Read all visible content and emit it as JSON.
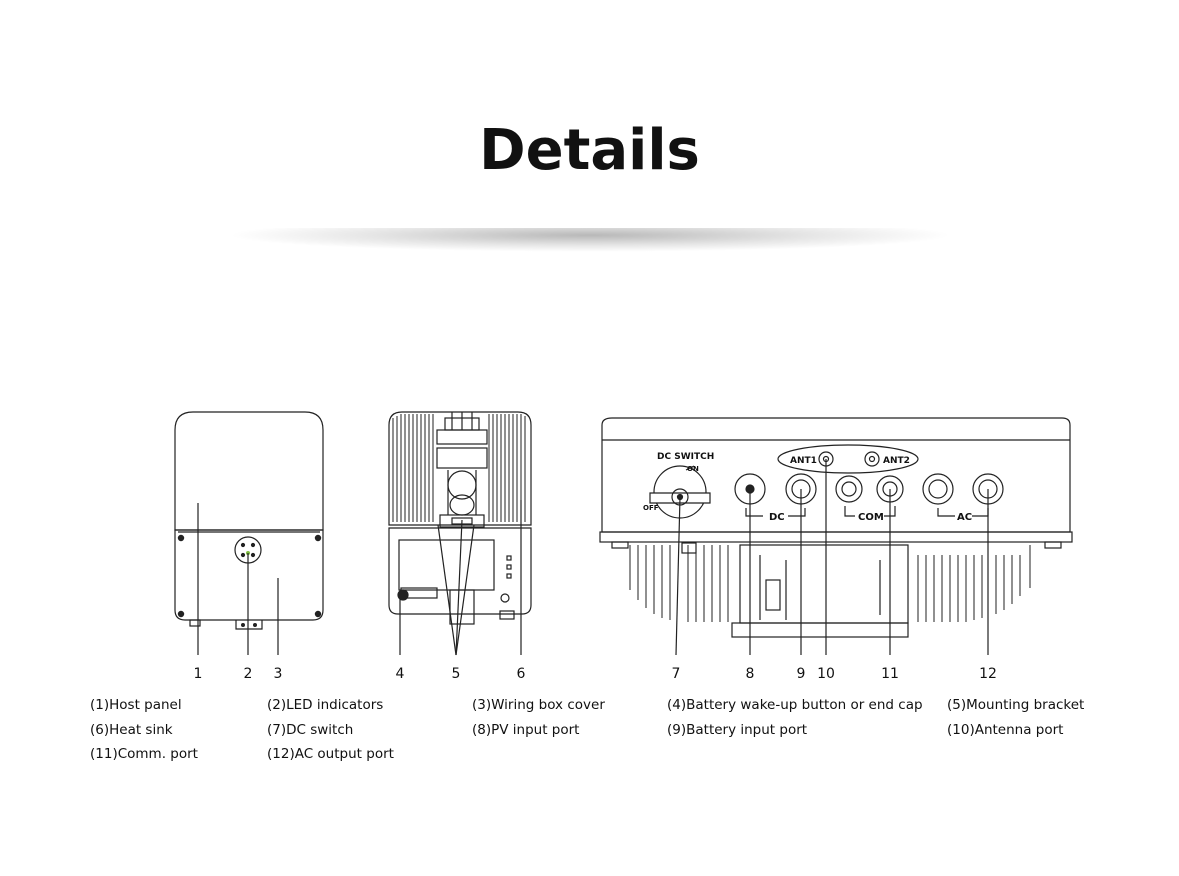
{
  "title": "Details",
  "device_labels": {
    "dc_switch": "DC SWITCH",
    "on": "ON",
    "off": "OFF",
    "ant1": "ANT1",
    "ant2": "ANT2",
    "dc": "DC",
    "com": "COM",
    "ac": "AC"
  },
  "callouts": [
    "1",
    "2",
    "3",
    "4",
    "5",
    "6",
    "7",
    "8",
    "9",
    "10",
    "11",
    "12"
  ],
  "legend": [
    "(1)Host panel",
    "(2)LED indicators",
    "(3)Wiring box cover",
    "(4)Battery wake-up button or end cap",
    "(5)Mounting bracket",
    "(6)Heat sink",
    "(7)DC switch",
    "(8)PV input port",
    "(9)Battery input port",
    "(10)Antenna port",
    "(11)Comm. port",
    "(12)AC output port"
  ]
}
